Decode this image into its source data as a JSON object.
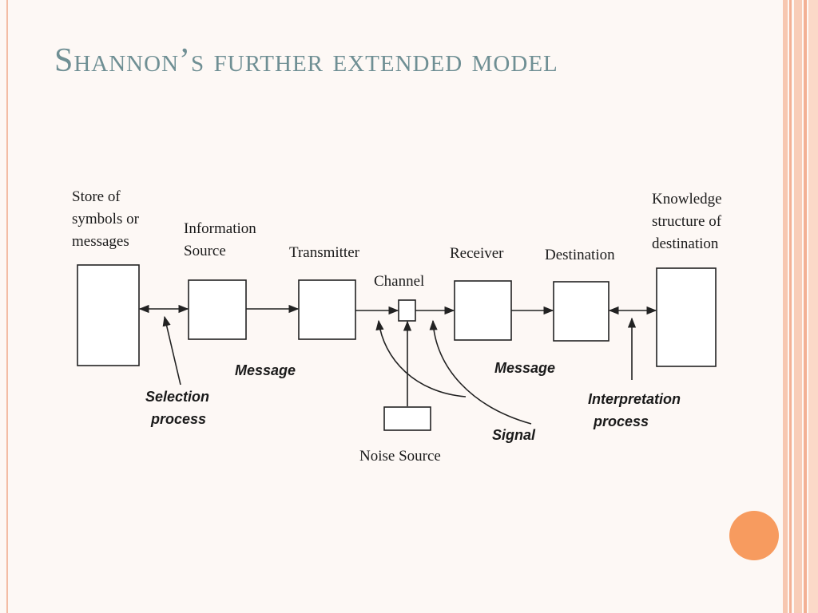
{
  "slide": {
    "title": "Shannon’s further extended model",
    "accent_color": "#f79b5f",
    "title_color": "#6f8f94"
  },
  "diagram": {
    "labels": {
      "store": [
        "Store of",
        "symbols or",
        "messages"
      ],
      "info_source": [
        "Information",
        "Source"
      ],
      "transmitter": "Transmitter",
      "channel": "Channel",
      "receiver": "Receiver",
      "destination": "Destination",
      "knowledge": [
        "Knowledge",
        "structure of",
        "destination"
      ],
      "noise_source": "Noise Source"
    },
    "annotations": {
      "message_left": "Message",
      "message_right": "Message",
      "selection": [
        "Selection",
        "process"
      ],
      "interpretation": [
        "Interpretation",
        "process"
      ],
      "signal": "Signal"
    }
  }
}
